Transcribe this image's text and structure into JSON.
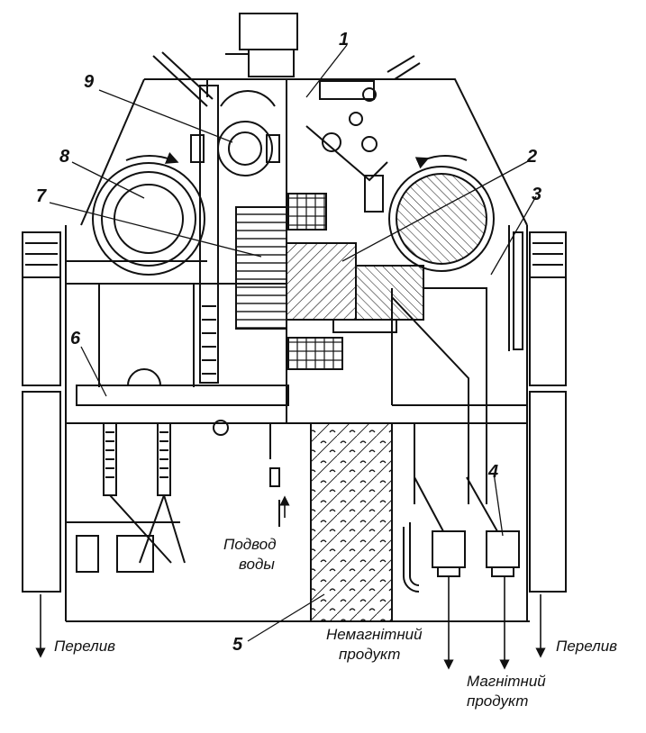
{
  "diagram": {
    "part_numbers": {
      "n1": "1",
      "n2": "2",
      "n3": "3",
      "n4": "4",
      "n5": "5",
      "n6": "6",
      "n7": "7",
      "n8": "8",
      "n9": "9"
    },
    "labels": {
      "water_inlet_line1": "Подвод",
      "water_inlet_line2": "воды",
      "overflow_left": "Перелив",
      "overflow_right": "Перелив",
      "nonmagnetic_line1": "Немагнітний",
      "nonmagnetic_line2": "продукт",
      "magnetic_line1": "Магнітний",
      "magnetic_line2": "продукт"
    },
    "colors": {
      "ink": "#111111",
      "paper": "#ffffff"
    }
  }
}
